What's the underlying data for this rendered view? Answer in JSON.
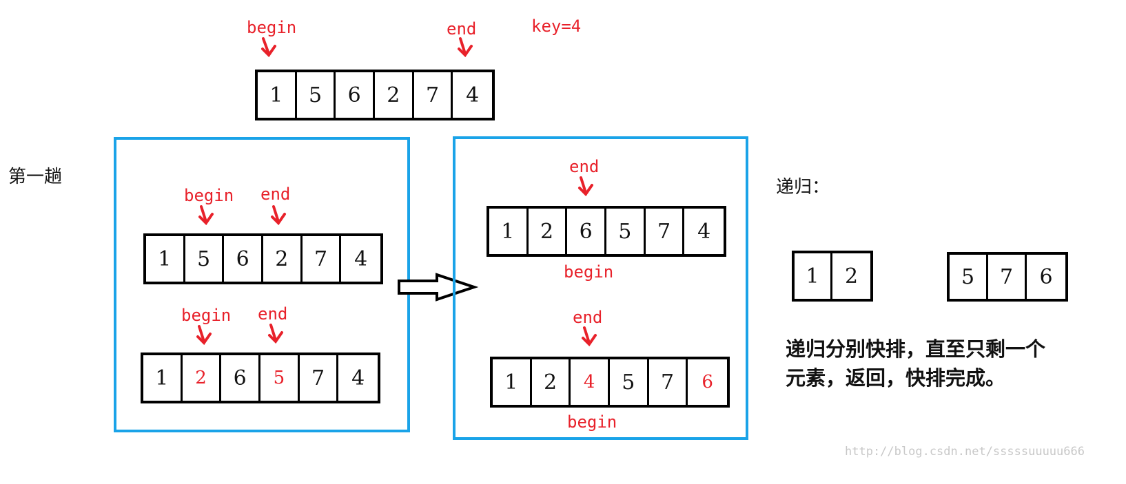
{
  "top": {
    "begin_label": "begin",
    "end_label": "end",
    "key_label": "key=4",
    "array": [
      "1",
      "5",
      "6",
      "2",
      "7",
      "4"
    ]
  },
  "pass_label": "第一趟",
  "left_box": {
    "row1": {
      "begin_label": "begin",
      "end_label": "end",
      "array": [
        "1",
        "5",
        "6",
        "2",
        "7",
        "4"
      ]
    },
    "row2": {
      "begin_label": "begin",
      "end_label": "end",
      "array": [
        "1",
        "2",
        "6",
        "5",
        "7",
        "4"
      ],
      "highlighted": [
        1,
        3
      ]
    }
  },
  "right_box": {
    "row1": {
      "end_label": "end",
      "begin_label": "begin",
      "array": [
        "1",
        "2",
        "6",
        "5",
        "7",
        "4"
      ]
    },
    "row2": {
      "end_label": "end",
      "begin_label": "begin",
      "array": [
        "1",
        "2",
        "4",
        "5",
        "7",
        "6"
      ],
      "highlighted": [
        2,
        5
      ]
    }
  },
  "recursion": {
    "title": "递归：",
    "left_array": [
      "1",
      "2"
    ],
    "right_array": [
      "5",
      "7",
      "6"
    ],
    "description_line1": "递归分别快排，直至只剩一个",
    "description_line2": "元素，返回，快排完成。"
  },
  "watermark": "http://blog.csdn.net/sssssuuuuu666",
  "colors": {
    "label_red": "#e8212a",
    "box_blue": "#1aa3e8",
    "border_black": "#000000"
  }
}
